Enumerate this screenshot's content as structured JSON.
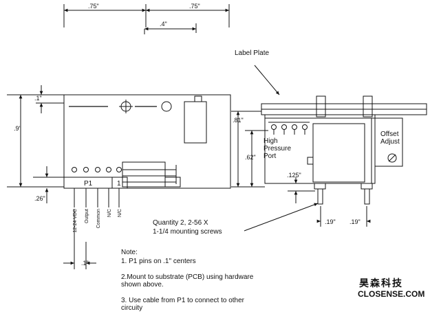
{
  "dimensions": {
    "top_left_width": ".75\"",
    "top_right_width": ".75\"",
    "hole_spacing": ".4\"",
    "top_margin": ".1\"",
    "board_height": ".9\"",
    "connector_strip": ".26\"",
    "pin_pitch": ".1\"",
    "side_offset": ".81\"",
    "port_height": ".62\"",
    "port_base": ".125\"",
    "screw_left": ".19\"",
    "screw_right": ".19\""
  },
  "labels": {
    "label_plate": "Label Plate",
    "high_pressure_port": "High\nPressure\nPort",
    "offset_adjust": "Offset\nAdjust",
    "p1": "P1",
    "pin_one": "1",
    "mounting_screws": "Quantity 2, 2-56 X\n1-1/4 mounting screws"
  },
  "pins": [
    "12-24 VDC",
    "Output",
    "Common",
    "N/C",
    "N/C"
  ],
  "notes": {
    "heading": "Note:",
    "note1": "1. P1 pins on .1\" centers",
    "note2": "2.Mount to substrate (PCB) using hardware\nshown above.",
    "note3": "3. Use cable from P1 to connect to other\ncircuity"
  },
  "branding": {
    "company_cn": "昊森科技",
    "company_en": "CLOSENSE.COM"
  }
}
